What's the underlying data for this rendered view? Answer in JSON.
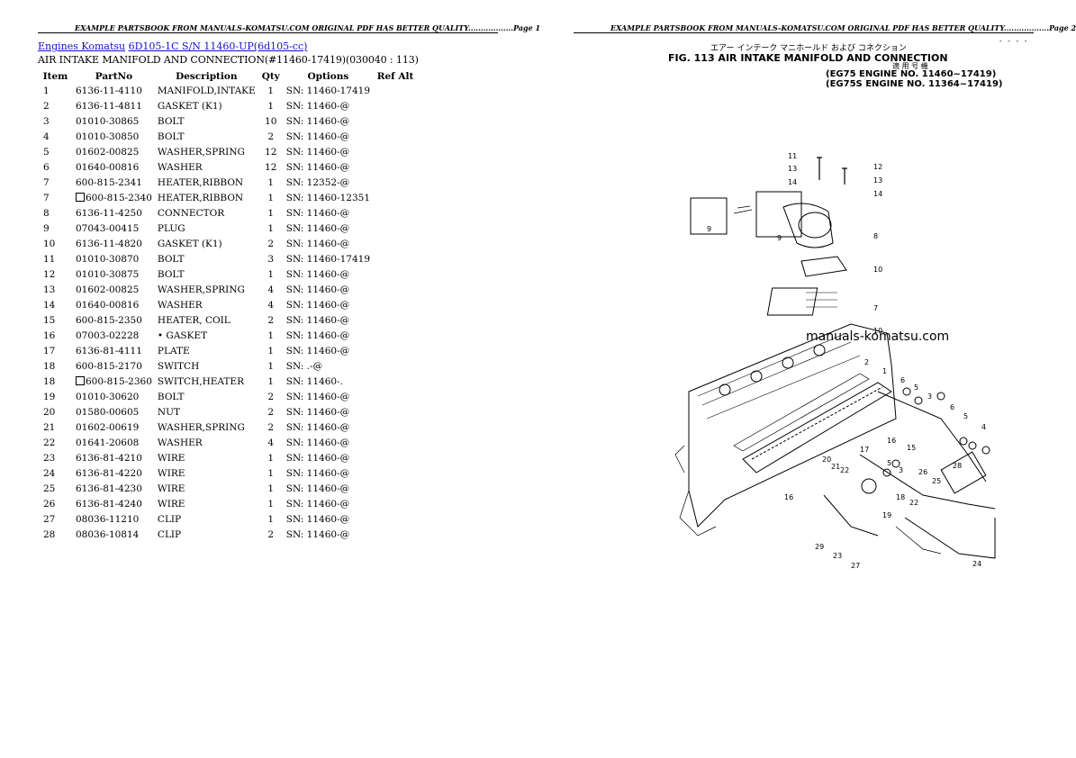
{
  "page1": {
    "header": "EXAMPLE PARTSBOOK FROM MANUALS-KOMATSU.COM ORIGINAL PDF HAS BETTER QUALITY..................Page 1",
    "breadcrumb": [
      "Engines Komatsu",
      "6D105-1C S/N 11460-UP(6d105-cc)"
    ],
    "section_title": "AIR INTAKE MANIFOLD AND CONNECTION(#11460-17419)(030040 : 113)",
    "columns": [
      "Item",
      "PartNo",
      "Description",
      "Qty",
      "Options",
      "Ref Alt"
    ],
    "rows": [
      {
        "item": "1",
        "part": "6136-11-4110",
        "alt": false,
        "desc": "MANIFOLD,INTAKE",
        "qty": "1",
        "opt": "SN: 11460-17419"
      },
      {
        "item": "2",
        "part": "6136-11-4811",
        "alt": false,
        "desc": "GASKET (K1)",
        "qty": "1",
        "opt": "SN: 11460-@"
      },
      {
        "item": "3",
        "part": "01010-30865",
        "alt": false,
        "desc": "BOLT",
        "qty": "10",
        "opt": "SN: 11460-@"
      },
      {
        "item": "4",
        "part": "01010-30850",
        "alt": false,
        "desc": "BOLT",
        "qty": "2",
        "opt": "SN: 11460-@"
      },
      {
        "item": "5",
        "part": "01602-00825",
        "alt": false,
        "desc": "WASHER,SPRING",
        "qty": "12",
        "opt": "SN: 11460-@"
      },
      {
        "item": "6",
        "part": "01640-00816",
        "alt": false,
        "desc": "WASHER",
        "qty": "12",
        "opt": "SN: 11460-@"
      },
      {
        "item": "7",
        "part": "600-815-2341",
        "alt": false,
        "desc": "HEATER,RIBBON",
        "qty": "1",
        "opt": "SN: 12352-@"
      },
      {
        "item": "7",
        "part": "600-815-2340",
        "alt": true,
        "desc": "HEATER,RIBBON",
        "qty": "1",
        "opt": "SN: 11460-12351"
      },
      {
        "item": "8",
        "part": "6136-11-4250",
        "alt": false,
        "desc": "CONNECTOR",
        "qty": "1",
        "opt": "SN: 11460-@"
      },
      {
        "item": "9",
        "part": "07043-00415",
        "alt": false,
        "desc": "PLUG",
        "qty": "1",
        "opt": "SN: 11460-@"
      },
      {
        "item": "10",
        "part": "6136-11-4820",
        "alt": false,
        "desc": "GASKET (K1)",
        "qty": "2",
        "opt": "SN: 11460-@"
      },
      {
        "item": "11",
        "part": "01010-30870",
        "alt": false,
        "desc": "BOLT",
        "qty": "3",
        "opt": "SN: 11460-17419"
      },
      {
        "item": "12",
        "part": "01010-30875",
        "alt": false,
        "desc": "BOLT",
        "qty": "1",
        "opt": "SN: 11460-@"
      },
      {
        "item": "13",
        "part": "01602-00825",
        "alt": false,
        "desc": "WASHER,SPRING",
        "qty": "4",
        "opt": "SN: 11460-@"
      },
      {
        "item": "14",
        "part": "01640-00816",
        "alt": false,
        "desc": "WASHER",
        "qty": "4",
        "opt": "SN: 11460-@"
      },
      {
        "item": "15",
        "part": "600-815-2350",
        "alt": false,
        "desc": "HEATER, COIL",
        "qty": "2",
        "opt": "SN: 11460-@"
      },
      {
        "item": "16",
        "part": "07003-02228",
        "alt": false,
        "desc": "• GASKET",
        "qty": "1",
        "opt": "SN: 11460-@"
      },
      {
        "item": "17",
        "part": "6136-81-4111",
        "alt": false,
        "desc": "PLATE",
        "qty": "1",
        "opt": "SN: 11460-@"
      },
      {
        "item": "18",
        "part": "600-815-2170",
        "alt": false,
        "desc": "SWITCH",
        "qty": "1",
        "opt": "SN: .-@"
      },
      {
        "item": "18",
        "part": "600-815-2360",
        "alt": true,
        "desc": "SWITCH,HEATER",
        "qty": "1",
        "opt": "SN: 11460-."
      },
      {
        "item": "19",
        "part": "01010-30620",
        "alt": false,
        "desc": "BOLT",
        "qty": "2",
        "opt": "SN: 11460-@"
      },
      {
        "item": "20",
        "part": "01580-00605",
        "alt": false,
        "desc": "NUT",
        "qty": "2",
        "opt": "SN: 11460-@"
      },
      {
        "item": "21",
        "part": "01602-00619",
        "alt": false,
        "desc": "WASHER,SPRING",
        "qty": "2",
        "opt": "SN: 11460-@"
      },
      {
        "item": "22",
        "part": "01641-20608",
        "alt": false,
        "desc": "WASHER",
        "qty": "4",
        "opt": "SN: 11460-@"
      },
      {
        "item": "23",
        "part": "6136-81-4210",
        "alt": false,
        "desc": "WIRE",
        "qty": "1",
        "opt": "SN: 11460-@"
      },
      {
        "item": "24",
        "part": "6136-81-4220",
        "alt": false,
        "desc": "WIRE",
        "qty": "1",
        "opt": "SN: 11460-@"
      },
      {
        "item": "25",
        "part": "6136-81-4230",
        "alt": false,
        "desc": "WIRE",
        "qty": "1",
        "opt": "SN: 11460-@"
      },
      {
        "item": "26",
        "part": "6136-81-4240",
        "alt": false,
        "desc": "WIRE",
        "qty": "1",
        "opt": "SN: 11460-@"
      },
      {
        "item": "27",
        "part": "08036-11210",
        "alt": false,
        "desc": "CLIP",
        "qty": "1",
        "opt": "SN: 11460-@"
      },
      {
        "item": "28",
        "part": "08036-10814",
        "alt": false,
        "desc": "CLIP",
        "qty": "2",
        "opt": "SN: 11460-@"
      }
    ]
  },
  "page2": {
    "header": "EXAMPLE PARTSBOOK FROM MANUALS-KOMATSU.COM ORIGINAL PDF HAS BETTER QUALITY..................Page 2",
    "fig_japanese": "エアー インテーク マニホールド および コネクション",
    "fig_title": "FIG. 113  AIR INTAKE MANIFOLD AND CONNECTION",
    "fig_japanese2": "適 用 号 機",
    "engine_line1": "(EG75   ENGINE  NO. 11460~17419)",
    "engine_line2": "(EG75S  ENGINE  NO. 11364~17419)",
    "watermark": "manuals-komatsu.com",
    "callouts": [
      "11",
      "13",
      "14",
      "12",
      "13",
      "14",
      "9",
      "9",
      "8",
      "10",
      "7",
      "10",
      "2",
      "1",
      "6",
      "5",
      "3",
      "6",
      "5",
      "4",
      "16",
      "15",
      "17",
      "26",
      "28",
      "20",
      "21",
      "22",
      "5",
      "3",
      "18",
      "22",
      "25",
      "16",
      "19",
      "23",
      "29",
      "27",
      "24"
    ]
  }
}
